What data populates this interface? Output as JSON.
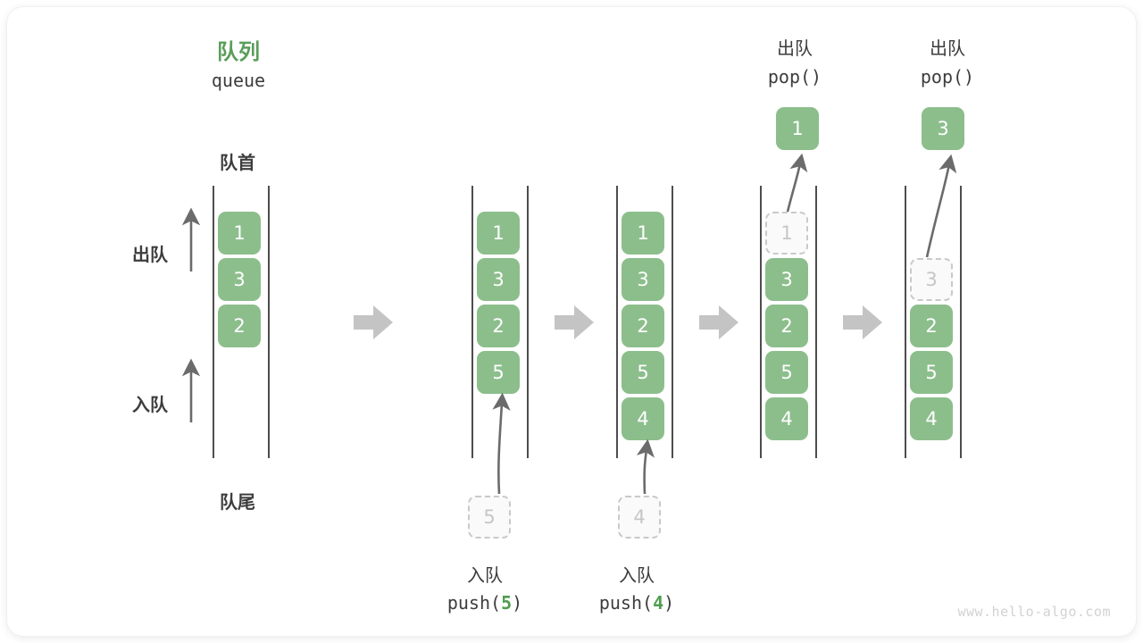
{
  "diagram": {
    "title_cn": "队列",
    "title_en": "queue",
    "front_label": "队首",
    "rear_label": "队尾",
    "dequeue_label": "出队",
    "enqueue_label": "入队",
    "watermark": "www.hello-algo.com",
    "accent_green": "#8CBE8C",
    "title_green": "#5a9e5a",
    "ghost_gray": "#c6c6c6",
    "arrow_gray": "#6b6b6b",
    "block_arrow_gray": "#c4c4c4"
  },
  "stages": [
    {
      "name": "initial-queue",
      "items": [
        "1",
        "3",
        "2"
      ],
      "ghost_top": null,
      "ghost_index": null
    },
    {
      "name": "after-push-5",
      "items": [
        "1",
        "3",
        "2",
        "5"
      ],
      "incoming": "5",
      "caption_cn": "入队",
      "caption_call_prefix": "push(",
      "caption_call_value": "5",
      "caption_call_suffix": ")"
    },
    {
      "name": "after-push-4",
      "items": [
        "1",
        "3",
        "2",
        "5",
        "4"
      ],
      "incoming": "4",
      "caption_cn": "入队",
      "caption_call_prefix": "push(",
      "caption_call_value": "4",
      "caption_call_suffix": ")"
    },
    {
      "name": "after-pop-1",
      "items": [
        "3",
        "2",
        "5",
        "4"
      ],
      "ghost_value": "1",
      "popped": "1",
      "caption_cn": "出队",
      "caption_call": "pop()"
    },
    {
      "name": "after-pop-3",
      "items": [
        "2",
        "5",
        "4"
      ],
      "ghost_value": "3",
      "popped": "3",
      "caption_cn": "出队",
      "caption_call": "pop()"
    }
  ],
  "arrows": {
    "block_arrow_count": 4
  }
}
